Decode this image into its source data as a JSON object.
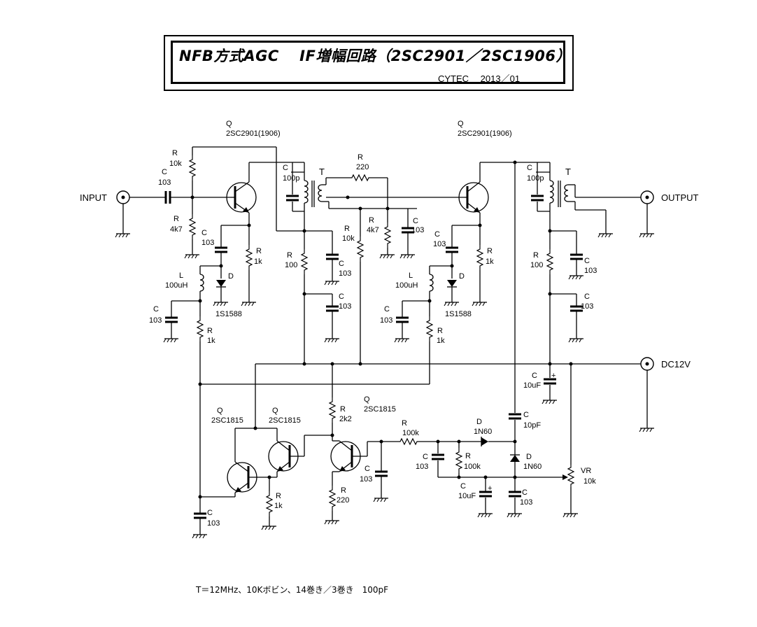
{
  "header": {
    "title": "NFB方式AGC　 IF増幅回路（2SC2901／2SC1906）",
    "author": "CYTEC　 2013／01"
  },
  "ports": {
    "input": "INPUT",
    "output": "OUTPUT",
    "dc": "DC12V"
  },
  "labels": {
    "q1": "Q",
    "q1_part": "2SC2901(1906)",
    "q2": "Q",
    "q2_part": "2SC2901(1906)",
    "q3": "Q",
    "q3_part": "2SC1815",
    "q4": "Q",
    "q4_part": "2SC1815",
    "q5": "Q",
    "q5_part": "2SC1815",
    "r1": "R",
    "r1_val": "10k",
    "r2": "R",
    "r2_val": "4k7",
    "c_in": "C",
    "c_in_val": "103",
    "c2": "C",
    "c2_val": "103",
    "r3": "R",
    "r3_val": "1k",
    "d1": "D",
    "d1_part": "1S1588",
    "l1": "L",
    "l1_val": "100uH",
    "c3": "C",
    "c3_val": "103",
    "r4": "R",
    "r4_val": "1k",
    "c4": "C",
    "c4_val": "100p",
    "t1": "T",
    "r5": "R",
    "r5_val": "100",
    "c5": "C",
    "c5_val": "103",
    "c6": "C",
    "c6_val": "103",
    "r6": "R",
    "r6_val": "220",
    "r7": "R",
    "r7_val": "10k",
    "r8": "R",
    "r8_val": "4k7",
    "c7": "C",
    "c7_val": "103",
    "c8": "C",
    "c8_val": "103",
    "r9": "R",
    "r9_val": "1k",
    "d2": "D",
    "d2_part": "1S1588",
    "l2": "L",
    "l2_val": "100uH",
    "c9": "C",
    "c9_val": "103",
    "r10": "R",
    "r10_val": "1k",
    "c10": "C",
    "c10_val": "100p",
    "t2": "T",
    "r11": "R",
    "r11_val": "100",
    "c11": "C",
    "c11_val": "103",
    "c12": "C",
    "c12_val": "103",
    "c13": "C",
    "c13_val": "10uF",
    "r12": "R",
    "r12_val": "2k2",
    "r13": "R",
    "r13_val": "1k",
    "c14": "C",
    "c14_val": "103",
    "r14": "R",
    "r14_val": "220",
    "c15": "C",
    "c15_val": "103",
    "r15": "R",
    "r15_val": "100k",
    "d3": "D",
    "d3_part": "1N60",
    "c16": "C",
    "c16_val": "10pF",
    "c17": "C",
    "c17_val": "103",
    "r16": "R",
    "r16_val": "100k",
    "d4": "D",
    "d4_part": "1N60",
    "c18": "C",
    "c18_val": "10uF",
    "c19": "C",
    "c19_val": "103",
    "vr": "VR",
    "vr_val": "10k"
  },
  "note": "T＝12MHz、10Kボビン、14巻き／3巻き　100pF"
}
